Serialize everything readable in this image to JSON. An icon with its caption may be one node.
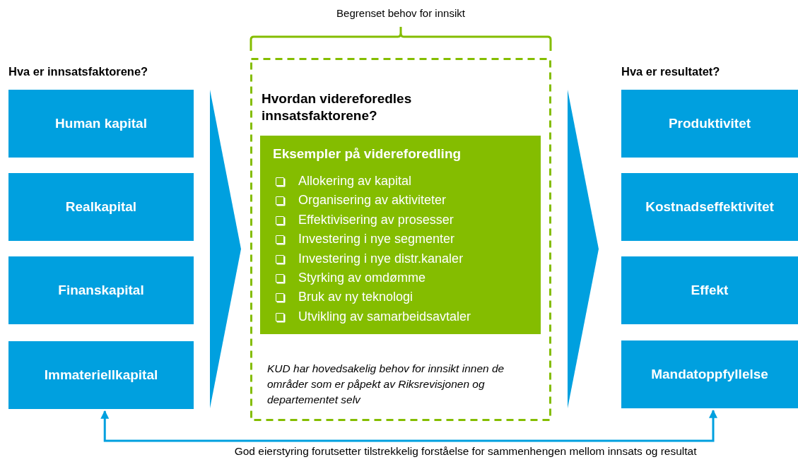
{
  "diagram": {
    "nodes": [
      {
        "text": [
          "Human kapital"
        ]
      },
      {
        "text": [
          "Realkapital"
        ]
      },
      {
        "text": [
          "Finanskapital"
        ]
      },
      {
        "text": [
          "Immateriellkapital"
        ]
      },
      {
        "text": [
          "Hvordan videreforedles innsatsfaktorene?",
          "KUD har hovedsakelig behov for innsikt innen de områder som er påpekt av Riksrevisjonen og departementet selv"
        ],
        "beside": [
          "Begrenset behov for innsikt"
        ]
      },
      {
        "text": [
          "Eksempler på videreforedling",
          "Allokering av kapital",
          "Organisering av aktiviteter",
          "Effektivisering av prosesser",
          "Investering i nye segmenter",
          "Investering i nye distr.kanaler",
          "Styrking av omdømme",
          "Bruk av ny teknologi",
          "Utvikling av samarbeidsavtaler"
        ],
        "in": 4
      },
      {
        "text": [
          "Produktivitet"
        ]
      },
      {
        "text": [
          "Kostnadseffektivitet"
        ]
      },
      {
        "text": [
          "Effekt"
        ]
      },
      {
        "text": [
          "Mandatoppfyllelse"
        ]
      }
    ],
    "edges": [
      {
        "from": 3,
        "to": 9,
        "arrow": "both",
        "label": "God eierstyring forutsetter tilstrekkelig forståelse for sammenhengen mellom innsats og resultat"
      }
    ],
    "labels": [
      "Hva er innsatsfaktorene?",
      "Hva er resultatet?"
    ]
  }
}
